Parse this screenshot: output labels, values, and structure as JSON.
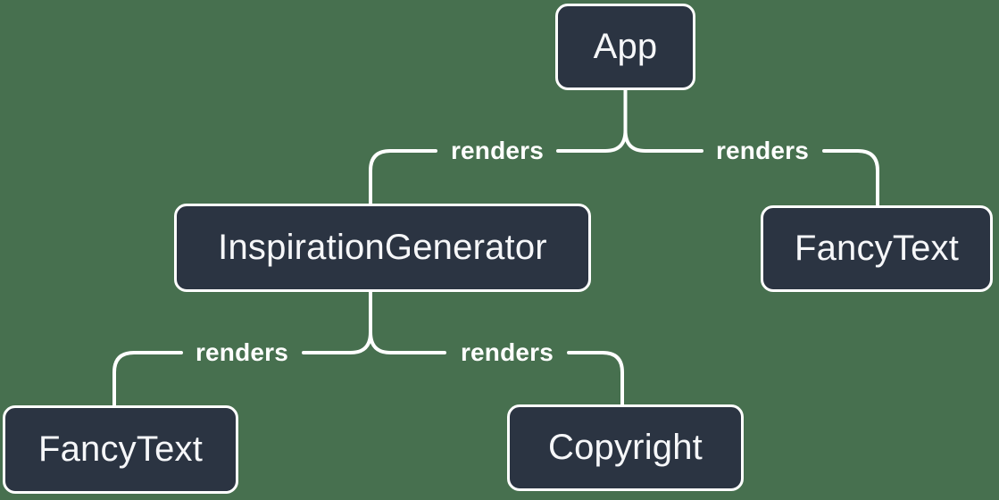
{
  "diagram": {
    "nodes": {
      "app": {
        "label": "App"
      },
      "inspiration_generator": {
        "label": "InspirationGenerator"
      },
      "fancy_text_top": {
        "label": "FancyText"
      },
      "fancy_text_bottom": {
        "label": "FancyText"
      },
      "copyright": {
        "label": "Copyright"
      }
    },
    "edges": [
      {
        "from": "App",
        "to": "InspirationGenerator",
        "label": "renders"
      },
      {
        "from": "App",
        "to": "FancyText",
        "label": "renders"
      },
      {
        "from": "InspirationGenerator",
        "to": "FancyText",
        "label": "renders"
      },
      {
        "from": "InspirationGenerator",
        "to": "Copyright",
        "label": "renders"
      }
    ],
    "colors": {
      "background": "#47704F",
      "node_fill": "#2B3442",
      "node_border": "#FFFFFF",
      "node_text": "#F6F7F9",
      "edge_line": "#FFFFFF",
      "edge_label_text": "#FFFFFF"
    }
  }
}
